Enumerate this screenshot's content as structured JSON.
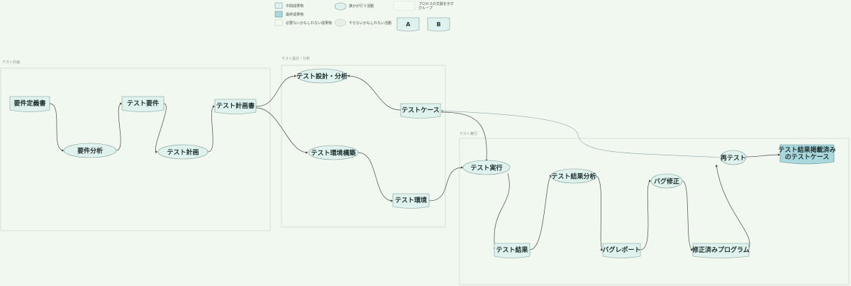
{
  "legend": {
    "intermediate": "中間成果物",
    "final": "最終成果物",
    "optional_artifact": "必要ないかもしれない成果物",
    "activity": "誰かが行う活動",
    "optional_activity": "やらないかもしれない活動",
    "group_line1": "プロセスの文脈を示す",
    "group_line2": "グループ",
    "key_a": "A",
    "key_b": "B"
  },
  "groups": {
    "plan": "テスト計画",
    "design": "テスト設計・分析",
    "exec": "テスト実行"
  },
  "nodes": {
    "req_def": "要件定義書",
    "req_analysis": "要件分析",
    "test_req": "テスト要件",
    "test_plan": "テスト計画",
    "test_plan_doc": "テスト計画書",
    "test_design": "テスト設計・分析",
    "test_env_build": "テスト環境構築",
    "test_case": "テストケース",
    "test_env": "テスト環境",
    "test_exec": "テスト実行",
    "test_result": "テスト結果",
    "result_analysis": "テスト結果分析",
    "bug_report": "バグレポート",
    "bug_fix": "バグ修正",
    "fixed_program": "修正済みプログラム",
    "retest": "再テスト",
    "final_line1": "テスト結果掲載済み",
    "final_line2": "のテストケース"
  }
}
